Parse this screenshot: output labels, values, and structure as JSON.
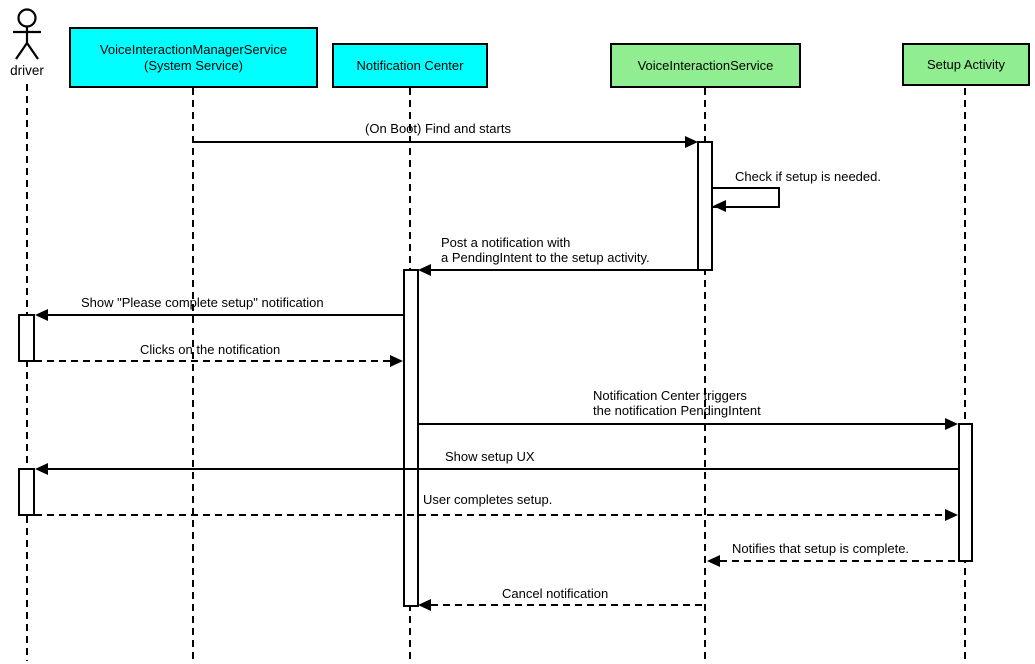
{
  "diagram": {
    "type": "uml-sequence-diagram",
    "actor": {
      "label": "driver"
    },
    "participants": [
      {
        "name": "voice-interaction-manager-service",
        "lines": [
          "VoiceInteractionManagerService",
          "(System Service)"
        ],
        "fill": "#00ffff"
      },
      {
        "name": "notification-center",
        "lines": [
          "Notification Center"
        ],
        "fill": "#00ffff"
      },
      {
        "name": "voice-interaction-service",
        "lines": [
          "VoiceInteractionService"
        ],
        "fill": "#90ee90"
      },
      {
        "name": "setup-activity",
        "lines": [
          "Setup Activity"
        ],
        "fill": "#90ee90"
      }
    ],
    "messages": [
      {
        "from": "VoiceInteractionManagerService (System Service)",
        "to": "VoiceInteractionService",
        "style": "solid",
        "lines": [
          "(On Boot) Find and starts"
        ]
      },
      {
        "from": "VoiceInteractionService",
        "to": "VoiceInteractionService",
        "style": "self-solid",
        "lines": [
          "Check if setup is needed."
        ]
      },
      {
        "from": "VoiceInteractionService",
        "to": "Notification Center",
        "style": "solid",
        "lines": [
          "Post a notification with",
          "a PendingIntent to the setup activity."
        ]
      },
      {
        "from": "Notification Center",
        "to": "driver",
        "style": "solid",
        "lines": [
          "Show \"Please complete setup\" notification"
        ]
      },
      {
        "from": "driver",
        "to": "Notification Center",
        "style": "dashed",
        "lines": [
          "Clicks on the notification"
        ]
      },
      {
        "from": "Notification Center",
        "to": "Setup Activity",
        "style": "solid",
        "lines": [
          "Notification Center triggers",
          "the notification PendingIntent"
        ]
      },
      {
        "from": "Setup Activity",
        "to": "driver",
        "style": "solid",
        "lines": [
          "Show setup UX"
        ]
      },
      {
        "from": "driver",
        "to": "Setup Activity",
        "style": "dashed",
        "lines": [
          "User completes setup."
        ]
      },
      {
        "from": "Setup Activity",
        "to": "VoiceInteractionService",
        "style": "dashed",
        "lines": [
          "Notifies that setup is complete."
        ]
      },
      {
        "from": "VoiceInteractionService",
        "to": "Notification Center",
        "style": "dashed",
        "lines": [
          "Cancel notification"
        ]
      }
    ],
    "colors": {
      "system_participant_fill": "#00ffff",
      "app_participant_fill": "#90ee90",
      "line": "#000000",
      "background": "#ffffff"
    }
  }
}
